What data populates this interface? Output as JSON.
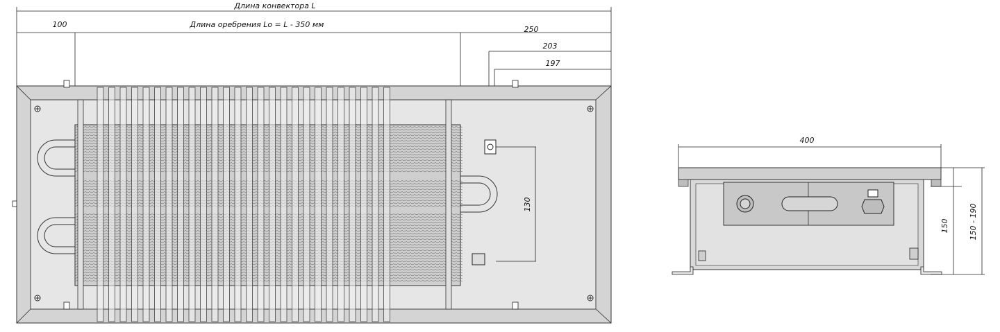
{
  "plan_view": {
    "convector_length_label": "Длина конвектора L",
    "fin_length_label": "Длина оребрения Lo = L - 350 мм",
    "dim_left": "100",
    "dim_right_250": "250",
    "dim_right_203": "203",
    "dim_right_197": "197",
    "dim_vertical_130": "130"
  },
  "section_view": {
    "width_label": "400",
    "height_150": "150",
    "height_150_190": "150 - 190"
  },
  "colors": {
    "frame": "#d4d4d4",
    "inner": "#e6e6e6",
    "line": "#222222"
  }
}
